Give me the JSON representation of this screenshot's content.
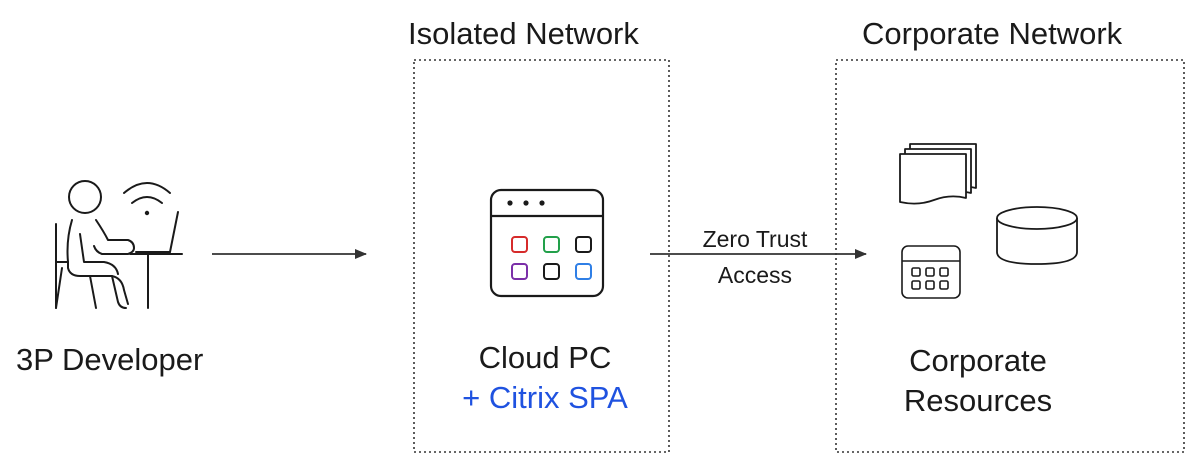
{
  "zones": {
    "isolated_title": "Isolated Network",
    "corporate_title": "Corporate Network"
  },
  "developer": {
    "label": "3P Developer",
    "icon": "developer-at-laptop-icon"
  },
  "cloud_pc": {
    "label": "Cloud PC",
    "addon_label": "+ Citrix SPA",
    "icon": "app-window-grid-icon",
    "tile_colors": [
      "#d62b2b",
      "#22a04a",
      "#1a1a1a",
      "#7b2fa8",
      "#1a1a1a",
      "#2f7fe6"
    ]
  },
  "connection": {
    "line1": "Zero Trust",
    "line2": "Access"
  },
  "corporate_resources": {
    "label": "Corporate\nResources",
    "icons": [
      "documents-stack-icon",
      "database-icon",
      "calendar-app-icon"
    ]
  },
  "colors": {
    "ink": "#1a1a1a",
    "accent": "#1f52e0"
  }
}
